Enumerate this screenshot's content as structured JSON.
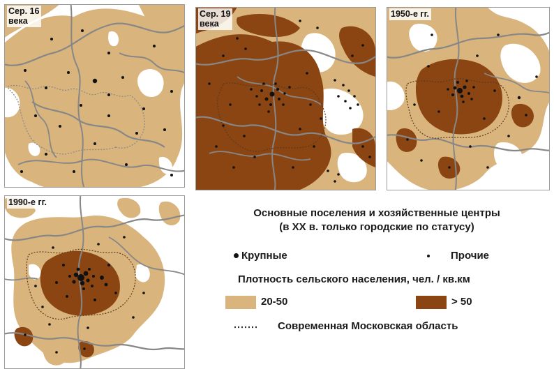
{
  "colors": {
    "background": "#ffffff",
    "low_density": "#d9b47c",
    "high_density": "#8b4513",
    "border_line": "#878787",
    "settlement": "#111111"
  },
  "panels": [
    {
      "label": "Сер. 16\nвека"
    },
    {
      "label": "Сер. 19\nвека"
    },
    {
      "label": "1950-е гг."
    },
    {
      "label": "1990-е гг."
    }
  ],
  "legend": {
    "title_line1": "Основные поселения и хозяйственные центры",
    "title_line2": "(в ХХ в. только городские по статусу)",
    "large_label": "Крупные",
    "other_label": "Прочие",
    "density_title": "Плотность сельского населения, чел. / кв.км",
    "density_low": "20-50",
    "density_high": "> 50",
    "region_label": "Современная Московская область",
    "region_line_icon": "dotted-line-icon"
  }
}
